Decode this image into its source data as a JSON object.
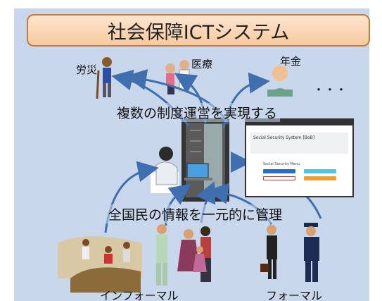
{
  "title": "社会保障ICTシステム",
  "labels": {
    "rousai": "労災",
    "iryou": "医療",
    "nenkin": "年金",
    "dots": "・・・",
    "seido": "複数の制度運営を実現する",
    "kanri": "全国民の情報を一元的に管理",
    "informal": "インフォーマル",
    "formal": "フォーマル"
  },
  "screen": {
    "header": "Social Security System [BoB]",
    "menu": "Social Security Menu"
  },
  "colors": {
    "panel": "#c9d7ec",
    "title_fill": "#f7c99f",
    "title_border": "#c47a3a",
    "arrow": "#3f6fae"
  }
}
